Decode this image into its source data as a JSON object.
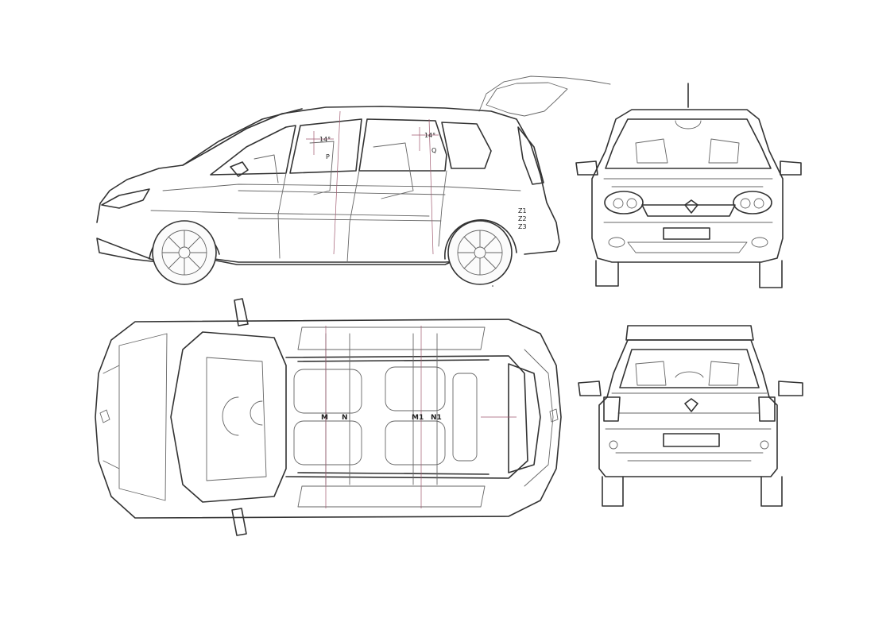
{
  "views": {
    "side": {
      "angle_front": "14°",
      "angle_rear": "14°",
      "marker_front": "P",
      "marker_rear": "Q",
      "rear_marks": [
        "Z1",
        "Z2",
        "Z3"
      ]
    },
    "top": {
      "labels_front": [
        "M",
        "N"
      ],
      "labels_rear": [
        "M1",
        "N1"
      ]
    }
  },
  "colors": {
    "line": "#333333",
    "thin_line": "#666666",
    "dimension_line": "#a05a70",
    "paper": "#ffffff"
  }
}
